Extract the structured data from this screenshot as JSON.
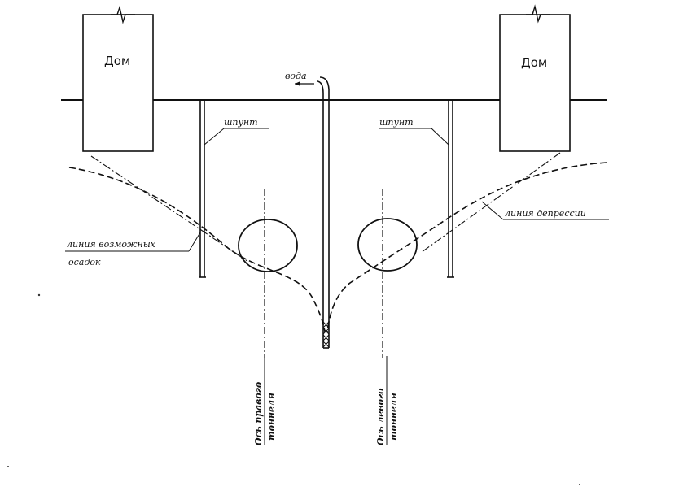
{
  "diagram": {
    "house_left": "Дом",
    "house_right": "Дом",
    "water_label": "вода",
    "sheet_pile_left": "шпунт",
    "sheet_pile_right": "шпунт",
    "depression_line": "линия депрессии",
    "possible_settlement_line_1": "линия возможных",
    "possible_settlement_line_2": "осадок",
    "right_tunnel_axis_1": "Ось правого",
    "right_tunnel_axis_2": "тоннеля",
    "left_tunnel_axis_1": "Ось левого",
    "left_tunnel_axis_2": "тоннеля"
  },
  "colors": {
    "ink": "#111111",
    "paper": "#ffffff"
  }
}
